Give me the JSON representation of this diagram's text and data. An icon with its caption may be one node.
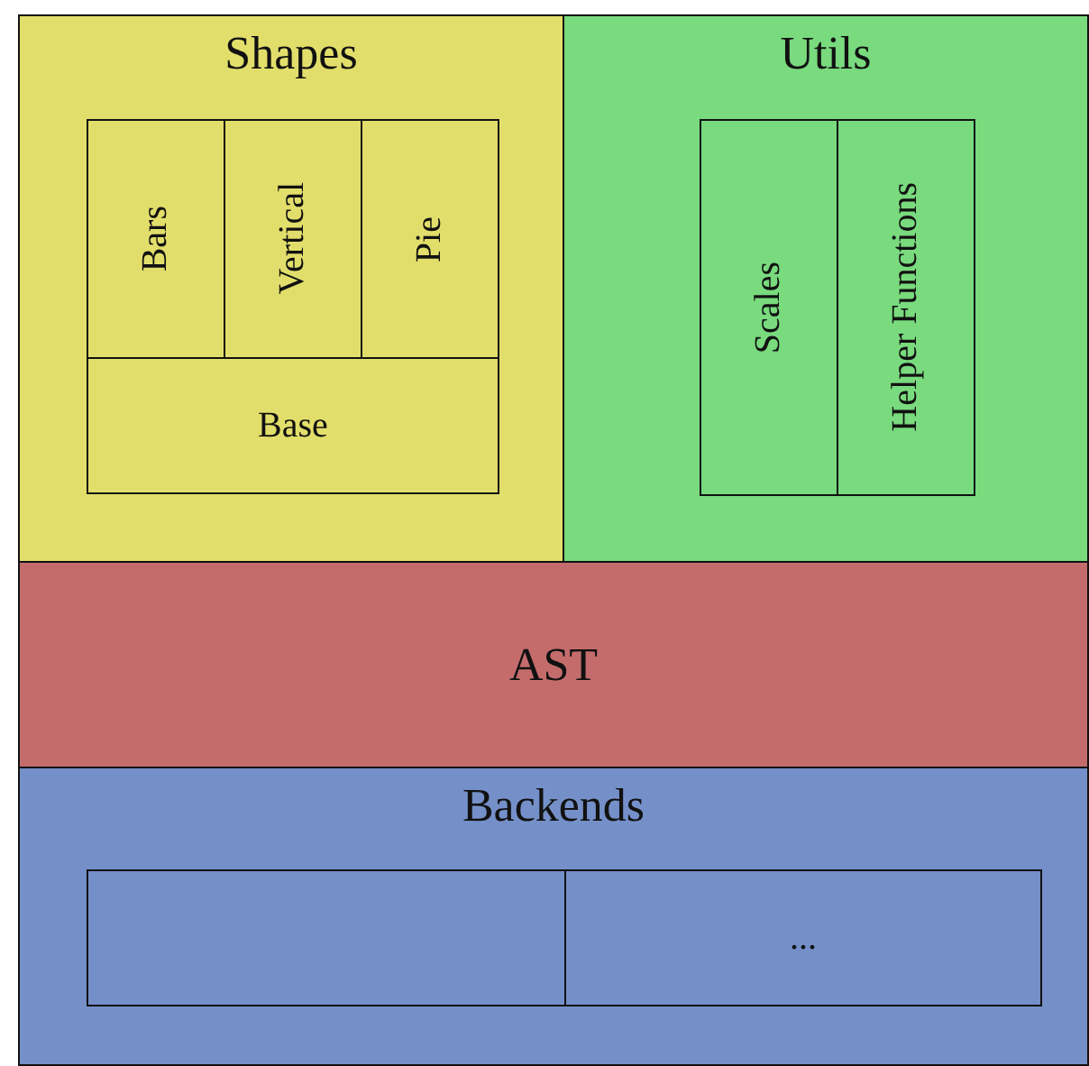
{
  "diagram": {
    "nodes": [
      {
        "text": [
          "Shapes"
        ]
      },
      {
        "text": [
          "Bars"
        ],
        "in": 0
      },
      {
        "text": [
          "Vertical"
        ],
        "in": 0
      },
      {
        "text": [
          "Pie"
        ],
        "in": 0
      },
      {
        "text": [
          "Base"
        ],
        "in": 0
      },
      {
        "text": [
          "Utils"
        ]
      },
      {
        "text": [
          "Scales"
        ],
        "in": 5
      },
      {
        "text": [
          "Helper Functions"
        ],
        "in": 5
      },
      {
        "text": [
          "AST"
        ]
      },
      {
        "text": [
          "Backends"
        ]
      },
      {
        "text": [],
        "shape": "box",
        "in": 9
      },
      {
        "text": [
          "..."
        ],
        "in": 9
      }
    ],
    "edges": []
  }
}
